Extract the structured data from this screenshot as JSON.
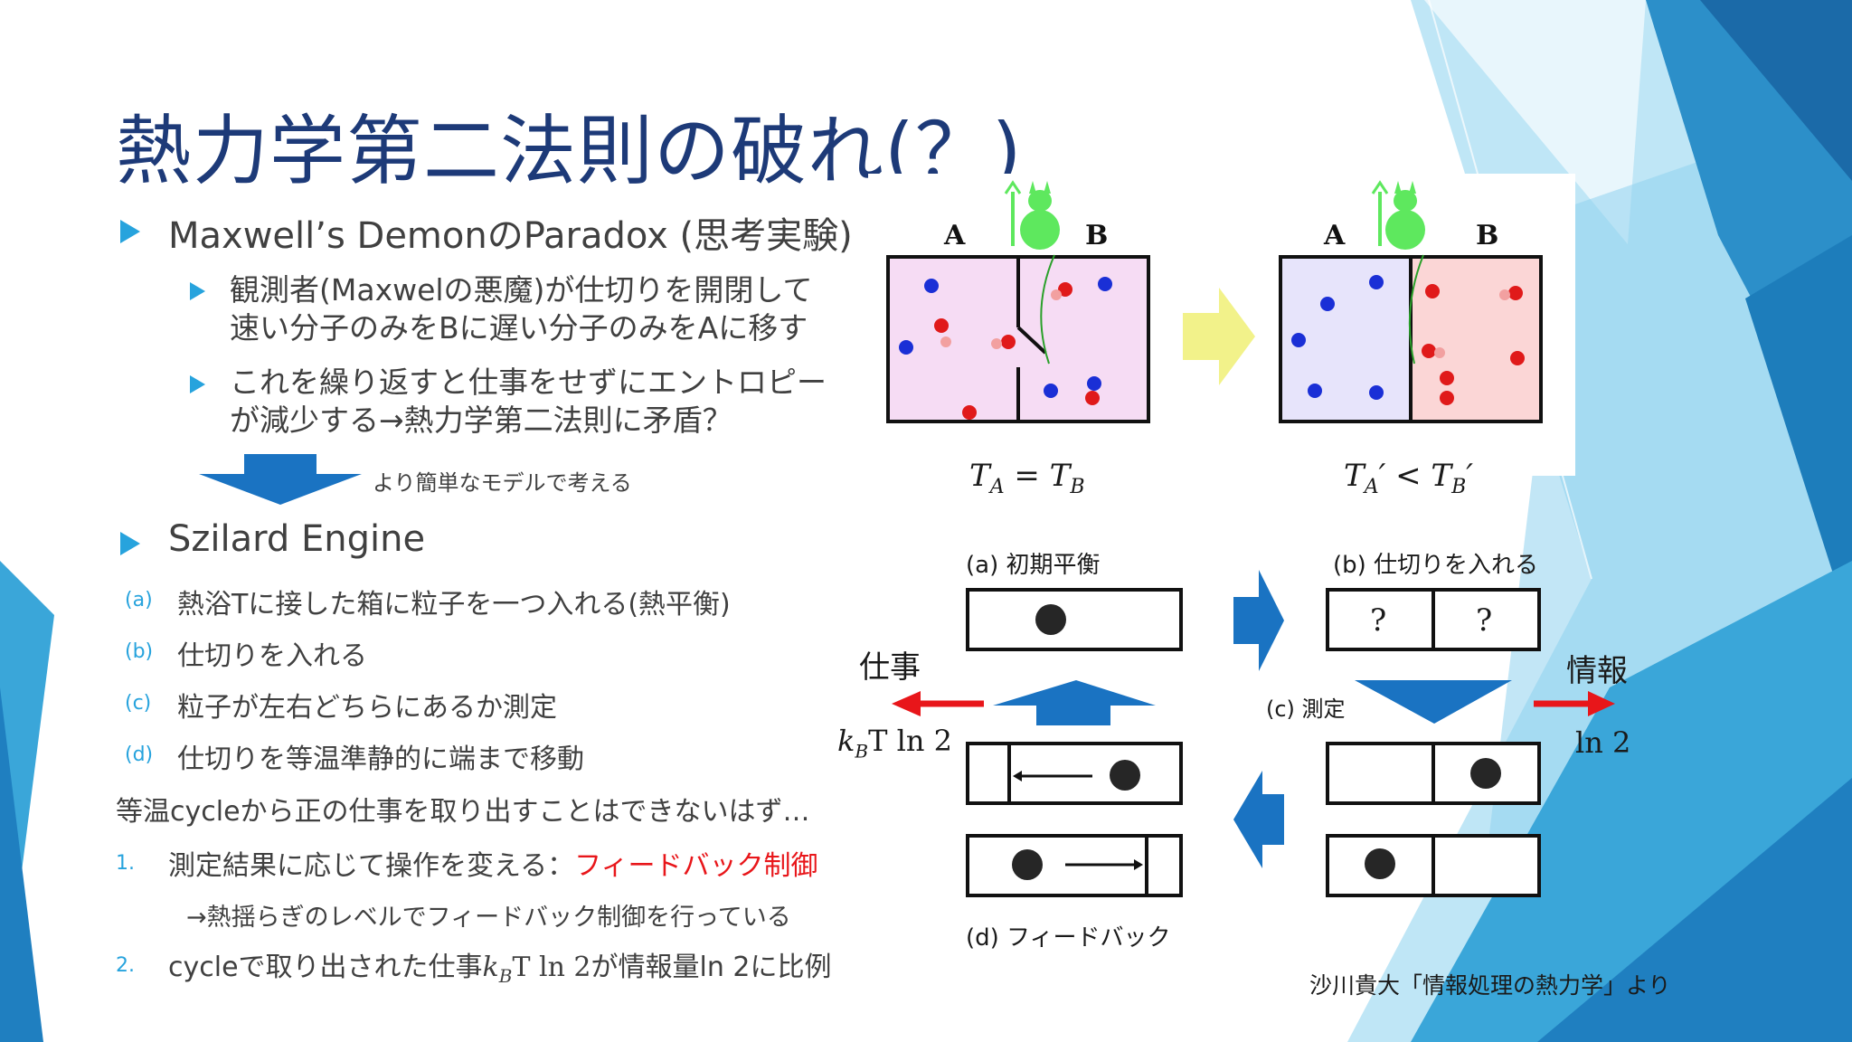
{
  "title": "熱力学第二法則の破れ(？)",
  "bullets": {
    "maxwell": "Maxwell’s DemonのParadox (思考実験)",
    "sub1_line1": "観測者(Maxwelの悪魔)が仕切りを開閉して",
    "sub1_line2": "速い分子のみをBに遅い分子のみをAに移す",
    "sub2_line1": "これを繰り返すと仕事をせずにエントロピー",
    "sub2_line2": "が減少する→熱力学第二法則に矛盾？",
    "arrow_note": "より簡単なモデルで考える",
    "szilard": "Szilard Engine"
  },
  "szilard_steps": [
    {
      "letter": "(a)",
      "text": "熱浴Tに接した箱に粒子を一つ入れる(熱平衡)"
    },
    {
      "letter": "(b)",
      "text": "仕切りを入れる"
    },
    {
      "letter": "(c)",
      "text": "粒子が左右どちらにあるか測定"
    },
    {
      "letter": "(d)",
      "text": "仕切りを等温準静的に端まで移動"
    }
  ],
  "conclusion": "等温cycleから正の仕事を取り出すことはできないはず…",
  "numbered": {
    "n1": "1.",
    "item1_plain": "測定結果に応じて操作を変える：",
    "item1_red": "フィードバック制御",
    "item1_sub": "→熱揺らぎのレベルでフィードバック制御を行っている",
    "n2": "2.",
    "item2_a": "cycleで取り出された仕事",
    "item2_math": "k",
    "item2_sub": "B",
    "item2_math2": "T ln 2",
    "item2_b": "が情報量ln 2に比例"
  },
  "demon_figure": {
    "label_A": "A",
    "label_B": "B",
    "eq_left_T": "T",
    "eq_left_A": "A",
    "eq_left_mid": " = T",
    "eq_left_B": "B",
    "eq_right_T": "T",
    "eq_right_A": "A",
    "eq_right_mid": "′ < T",
    "eq_right_B": "B",
    "eq_right_end": "′"
  },
  "szilard_figure": {
    "a_label": "(a) 初期平衡",
    "b_label": "(b) 仕切りを入れる",
    "c_label": "(c) 測定",
    "d_label": "(d) フィードバック",
    "q": "?",
    "work_label": "仕事",
    "work_value_k": "k",
    "work_value_B": "B",
    "work_value_rest": "T ln 2",
    "info_label": "情報",
    "info_value": "ln 2"
  },
  "citation": "沙川貴大「情報処理の熱力学」より",
  "colors": {
    "title": "#1d3a78",
    "accent": "#27a3dd",
    "red": "#e8161a",
    "block_arrow": "#1a73c2",
    "yellow_arrow": "#f2f28a",
    "demon_green": "#5ee85e"
  }
}
